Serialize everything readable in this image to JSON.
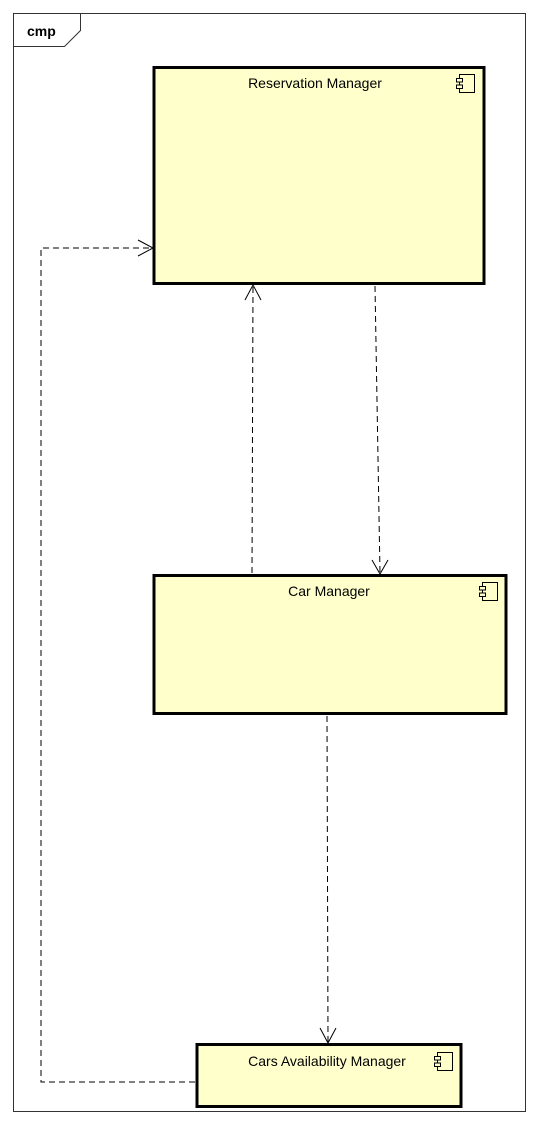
{
  "frame": {
    "label": "cmp"
  },
  "components": {
    "reservation_manager": {
      "label": "Reservation Manager",
      "icon": "component-icon"
    },
    "car_manager": {
      "label": "Car Manager",
      "icon": "component-icon"
    },
    "cars_availability_manager": {
      "label": "Cars Availability Manager",
      "icon": "component-icon"
    }
  },
  "dependencies": [
    {
      "from": "Car Manager",
      "to": "Reservation Manager"
    },
    {
      "from": "Reservation Manager",
      "to": "Car Manager"
    },
    {
      "from": "Car Manager",
      "to": "Cars Availability Manager"
    },
    {
      "from": "Cars Availability Manager",
      "to": "Reservation Manager"
    }
  ],
  "colors": {
    "component_fill": "#FFFFCC",
    "stroke": "#000000",
    "background": "#FFFFFF"
  }
}
